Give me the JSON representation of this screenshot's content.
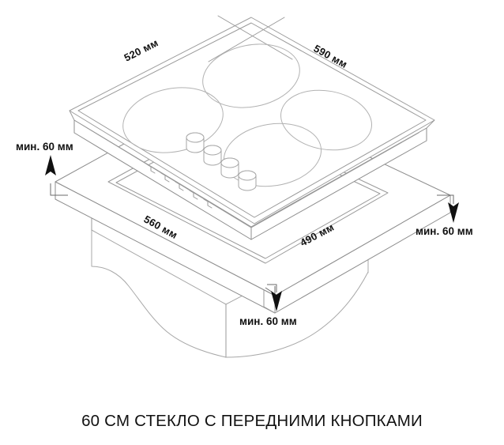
{
  "diagram": {
    "type": "isometric-installation-drawing",
    "subject": "built-in glass hob with front control knobs",
    "caption": "60 СМ СТЕКЛО С ПЕРЕДНИМИ КНОПКАМИ",
    "units": "мм",
    "line_color": "#9a9a9a",
    "text_color": "#111111",
    "background": "#ffffff"
  },
  "dimensions": {
    "hob_width": "590 мм",
    "hob_depth": "520 мм",
    "cutout_width": "560 мм",
    "cutout_depth": "490 мм"
  },
  "clearances": {
    "left": "мин. 60 мм",
    "right": "мин. 60 мм",
    "front": "мин. 60 мм"
  },
  "labels": [
    {
      "id": "depth-520",
      "text": "520 мм",
      "position": "top-left-edge"
    },
    {
      "id": "width-590",
      "text": "590 мм",
      "position": "top-right-edge"
    },
    {
      "id": "cutout-560",
      "text": "560 мм",
      "position": "lower-left-edge"
    },
    {
      "id": "cutout-490",
      "text": "490 мм",
      "position": "lower-right-edge"
    },
    {
      "id": "clearance-left",
      "text": "мин. 60 мм",
      "position": "left"
    },
    {
      "id": "clearance-right",
      "text": "мин. 60 мм",
      "position": "right"
    },
    {
      "id": "clearance-front",
      "text": "мин. 60 мм",
      "position": "front-bottom"
    }
  ],
  "hob": {
    "burner_count": 4,
    "knob_count": 4,
    "knob_position": "front-right edge"
  }
}
